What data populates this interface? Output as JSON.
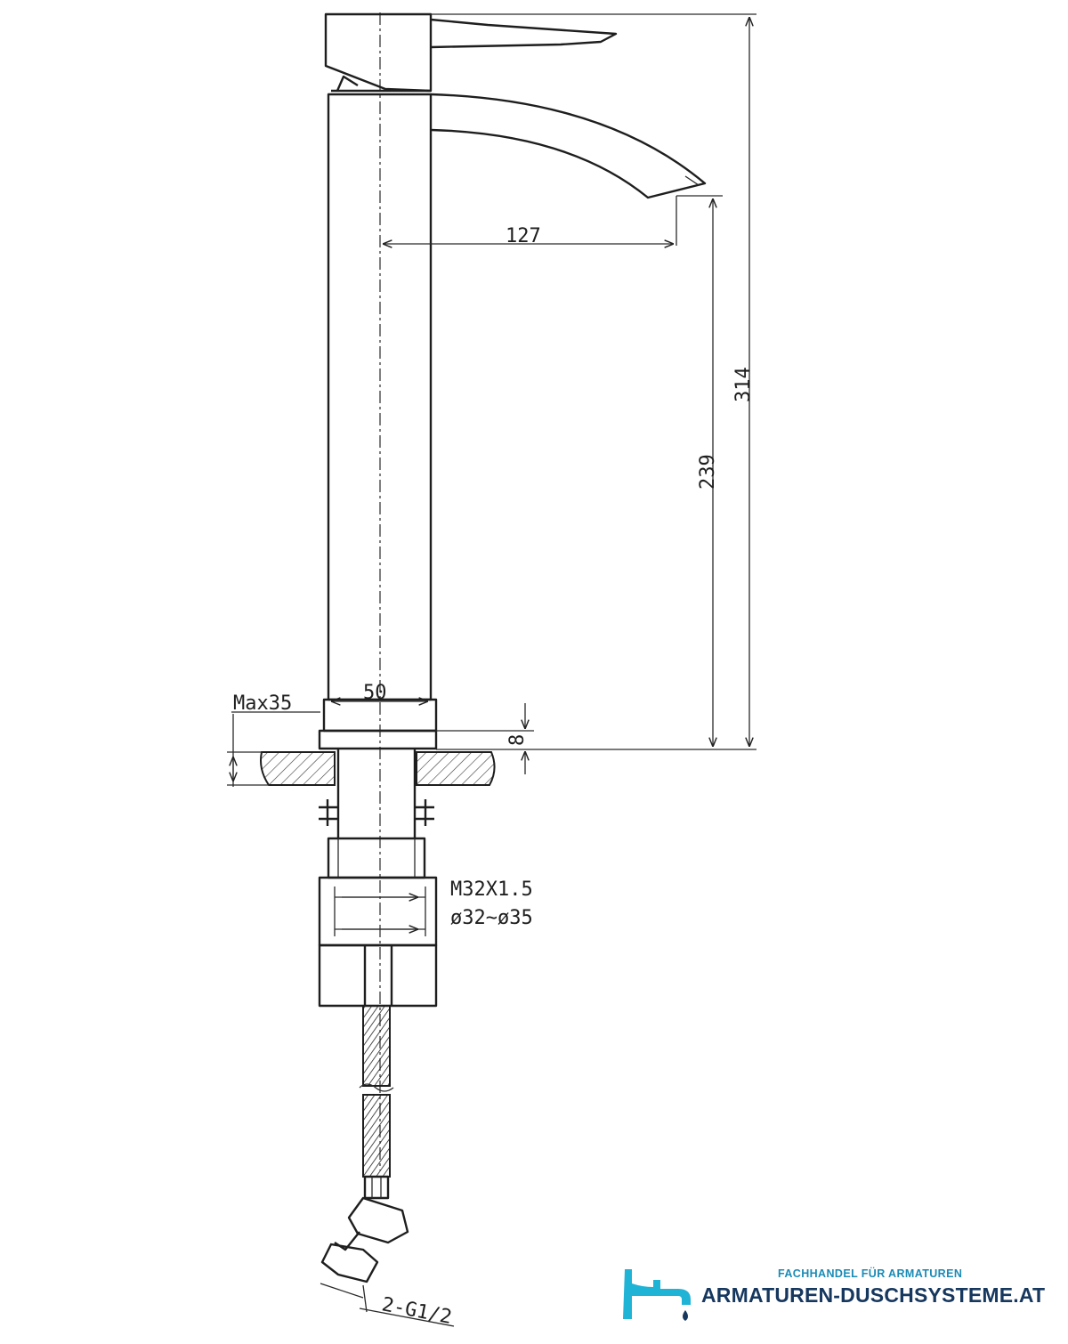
{
  "dimensions": {
    "spout_reach": "127",
    "total_height": "314",
    "spout_height": "239",
    "body_width": "50",
    "max_counter_thickness": "Max35",
    "base_height": "8",
    "thread": "M32X1.5",
    "hole_diameter": "ø32~ø35",
    "connection": "2-G1/2"
  },
  "logo": {
    "tagline": "FACHHANDEL FÜR ARMATUREN",
    "brand": "ARMATUREN-DUSCHSYSTEME.AT",
    "icon": "faucet-drop-icon",
    "colors": {
      "cyan": "#1fb3d6",
      "navy": "#16375e",
      "tagline": "#1a8bb5"
    }
  }
}
